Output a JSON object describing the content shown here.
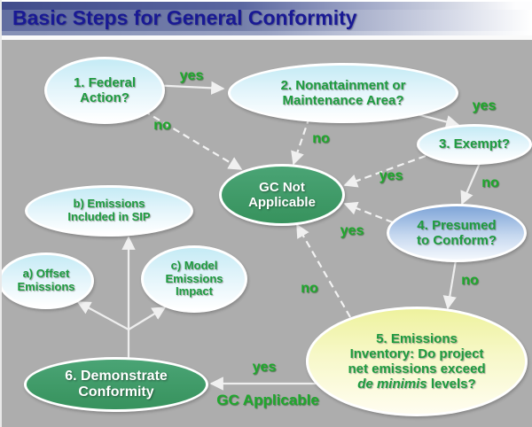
{
  "title": "Basic Steps for General Conformity",
  "colors": {
    "title_navy": "#191994",
    "background_gray": "#adadad",
    "node_green_fill": "#3d9b66",
    "node_light_blue_fill": "#c5ebf5",
    "node_blue_fill": "#7fa5d8",
    "node_yellow_fill": "#eef29e",
    "node_text_green": "#1e9c40",
    "edge_label_green": "#1fa82d",
    "arrow_white": "#f0f0f0"
  },
  "nodes": {
    "federal_action": {
      "line1": "1. Federal",
      "line2": "Action?"
    },
    "nonattainment": {
      "line1": "2. Nonattainment or",
      "line2": "Maintenance Area?"
    },
    "exempt": {
      "line1": "3. Exempt?"
    },
    "gc_not_applicable": {
      "line1": "GC Not",
      "line2": "Applicable"
    },
    "presumed_to_conform": {
      "line1": "4. Presumed",
      "line2": "to Conform?"
    },
    "emissions_inventory": {
      "line1": "5. Emissions",
      "line2": "Inventory: Do project",
      "line3": "net emissions exceed",
      "line4_italic": "de minimis",
      "line4_rest": " levels?"
    },
    "demonstrate_conformity": {
      "line1": "6. Demonstrate",
      "line2": "Conformity"
    },
    "offset_emissions": {
      "line1": "a) Offset",
      "line2": "Emissions"
    },
    "emissions_in_sip": {
      "line1": "b) Emissions",
      "line2": "Included in SIP"
    },
    "model_emissions": {
      "line1": "c) Model",
      "line2": "Emissions",
      "line3": "Impact"
    }
  },
  "edge_labels": {
    "yes_1_2": "yes",
    "no_1_gc": "no",
    "yes_2_3": "yes",
    "no_2_gc": "no",
    "yes_3_gc": "yes",
    "no_3_4": "no",
    "yes_4_gc": "yes",
    "no_4_5": "no",
    "no_5_gc": "no",
    "yes_5_6": "yes",
    "gc_applicable": "GC Applicable"
  }
}
